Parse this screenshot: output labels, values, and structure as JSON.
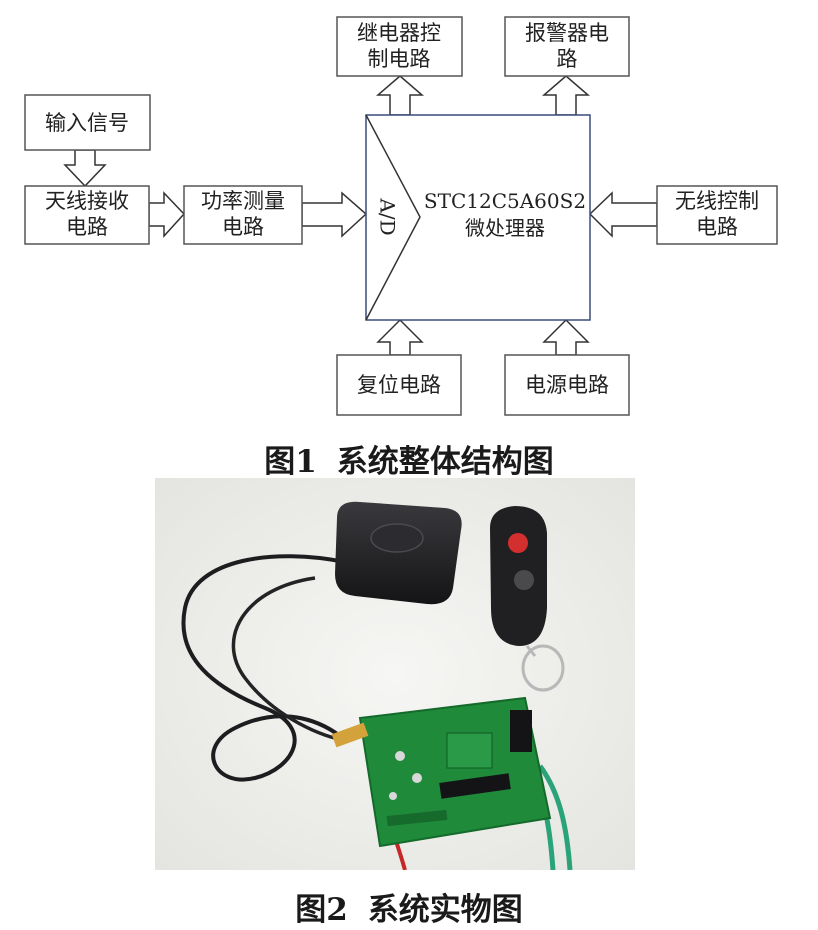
{
  "diagram": {
    "input_signal": [
      "输入信号"
    ],
    "antenna_rx": [
      "天线接收",
      "电路"
    ],
    "power_meas": [
      "功率测量",
      "电路"
    ],
    "relay": [
      "继电器控",
      "制电路"
    ],
    "alarm": [
      "报警器电",
      "路"
    ],
    "wireless_ctrl": [
      "无线控制",
      "电路"
    ],
    "reset": [
      "复位电路"
    ],
    "power_supply": [
      "电源电路"
    ],
    "adc": "A/D",
    "mcu": [
      "STC12C5A60S2",
      "微处理器"
    ]
  },
  "caption1": {
    "num": "图1",
    "text": "系统整体结构图"
  },
  "caption2": {
    "num": "图2",
    "text": "系统实物图"
  },
  "photo": {
    "colors": {
      "antenna": "#1d1d1f",
      "pcb": "#1f8a3a",
      "connector": "#d4a23a",
      "cable_green": "#2aa37a",
      "cable_red": "#c62828",
      "remote": "#202022",
      "remote_button": "#d32f2f"
    }
  }
}
